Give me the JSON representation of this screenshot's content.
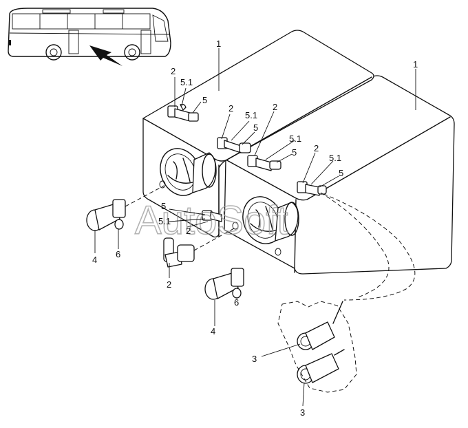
{
  "watermark": "AutoSoft",
  "callouts": {
    "tank_right": "1",
    "tank_left": "1",
    "c2a": "2",
    "c51a": "5.1",
    "c5a": "5",
    "c2b": "2",
    "c51b": "5.1",
    "c5b": "5",
    "c2c": "2",
    "c51c": "5.1",
    "c5c": "5",
    "c2d": "2",
    "c51d": "5.1",
    "c5d": "5",
    "c5e": "5",
    "c51e": "5.1",
    "c2e": "2",
    "c2f": "2",
    "c4a": "4",
    "c6a": "6",
    "c4b": "4",
    "c6b": "6",
    "c3a": "3",
    "c3b": "3"
  },
  "icons": [
    "bus-icon",
    "pointer-arrow-icon"
  ]
}
